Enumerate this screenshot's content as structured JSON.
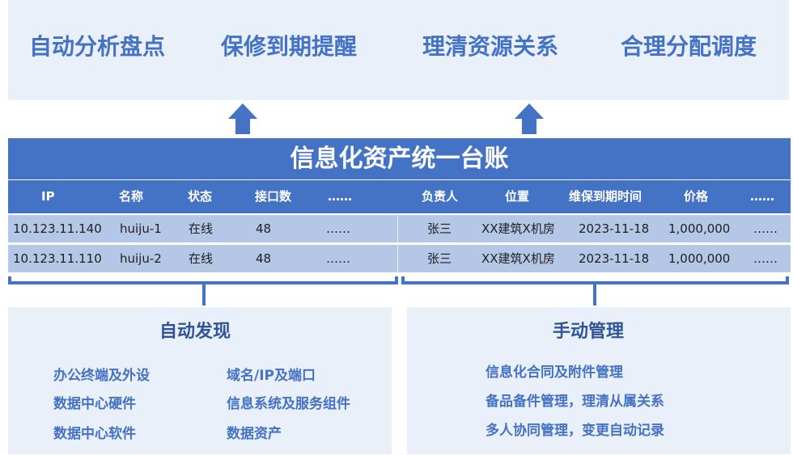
{
  "benefits": [
    "自动分析盘点",
    "保修到期提醒",
    "理清资源关系",
    "合理分配调度"
  ],
  "title": "信息化资产统一台账",
  "table": {
    "headers": [
      "IP",
      "名称",
      "状态",
      "接口数",
      "……",
      "负责人",
      "位置",
      "维保到期时间",
      "价格",
      "……"
    ],
    "rows": [
      [
        "10.123.11.140",
        "huiju-1",
        "在线",
        "48",
        "……",
        "张三",
        "XX建筑X机房",
        "2023-11-18",
        "1,000,000",
        "……"
      ],
      [
        "10.123.11.110",
        "huiju-2",
        "在线",
        "48",
        "……",
        "张三",
        "XX建筑X机房",
        "2023-11-18",
        "1,000,000",
        "……"
      ]
    ]
  },
  "auto": {
    "title": "自动发现",
    "items": [
      "办公终端及外设",
      "域名/IP及端口",
      "数据中心硬件",
      "信息系统及服务组件",
      "数据中心软件",
      "数据资产"
    ]
  },
  "manual": {
    "title": "手动管理",
    "items": [
      "信息化合同及附件管理",
      "备品备件管理，理清从属关系",
      "多人协同管理，变更自动记录"
    ]
  },
  "colors": {
    "primary": "#4472c4",
    "light_band": "#e9f0f9",
    "row_fill": "#b4c7e7",
    "heading_dark": "#2f5597"
  }
}
